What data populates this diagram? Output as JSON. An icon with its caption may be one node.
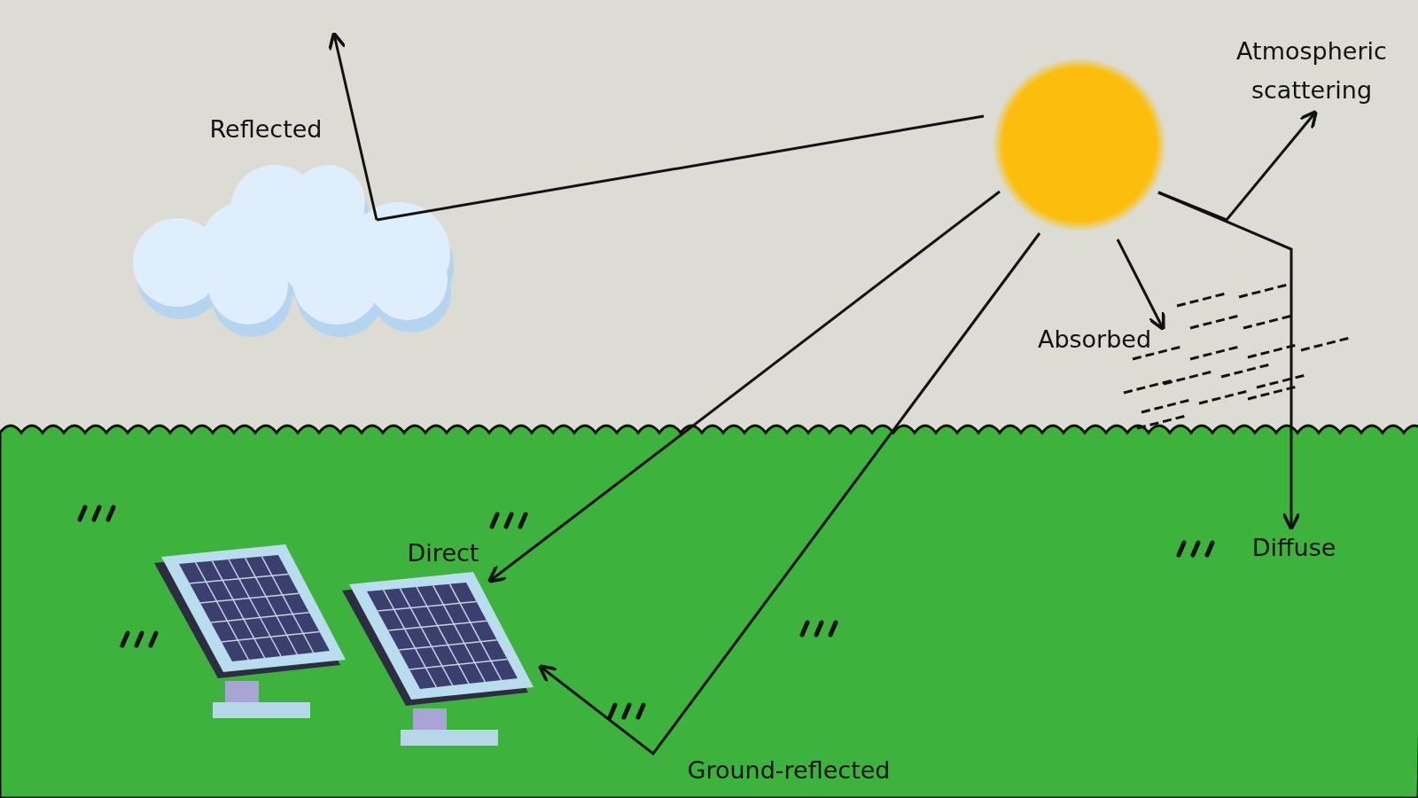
{
  "diagram": {
    "nodes": [
      {
        "text": [],
        "shape": "circle"
      },
      {
        "text": [],
        "shape": "cloud"
      },
      {
        "text": [],
        "shape": "picture"
      },
      {
        "text": [],
        "shape": "picture"
      },
      {
        "text": [],
        "shape": "picture"
      }
    ],
    "edges": [
      {
        "from": 0,
        "to": 1,
        "arrow": "none"
      },
      {
        "from": 1,
        "to": null,
        "arrow": "to",
        "label": "Reflected"
      },
      {
        "from": 0,
        "to": 3,
        "arrow": "to",
        "label": "Direct"
      },
      {
        "from": 0,
        "to": 3,
        "arrow": "to",
        "label": "Ground-reflected"
      },
      {
        "from": 0,
        "to": 4,
        "arrow": "to",
        "label": "Absorbed"
      },
      {
        "from": 0,
        "to": null,
        "arrow": "to",
        "label": "Atmospheric scattering"
      },
      {
        "from": 0,
        "to": null,
        "arrow": "to",
        "label": "Diffuse"
      }
    ]
  }
}
